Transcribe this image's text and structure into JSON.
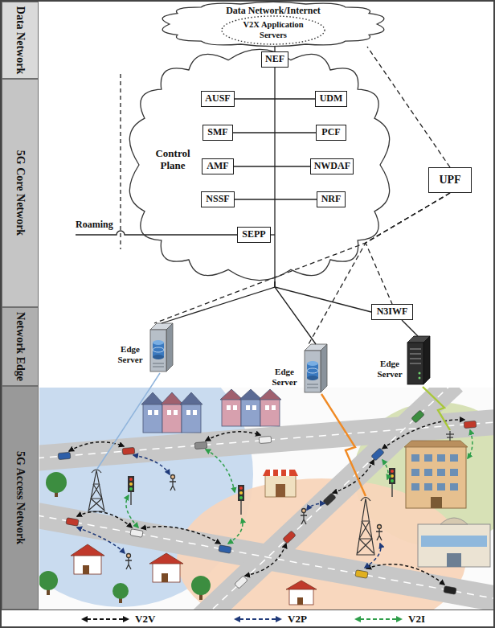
{
  "diagram": {
    "nodes": [
      {
        "text": [
          "Data Network"
        ]
      },
      {
        "text": [
          "5G Core Network"
        ]
      },
      {
        "text": [
          "Network Edge"
        ]
      },
      {
        "text": [
          "5G Access Network"
        ]
      },
      {
        "text": [
          "Data Network/Internet"
        ]
      },
      {
        "text": [
          "V2X Application Servers"
        ],
        "in": 4
      },
      {
        "text": [
          "Control Plane"
        ]
      },
      {
        "text": [
          "NEF"
        ],
        "in": 6
      },
      {
        "text": [
          "AUSF"
        ],
        "in": 6
      },
      {
        "text": [
          "UDM"
        ],
        "in": 6
      },
      {
        "text": [
          "SMF"
        ],
        "in": 6
      },
      {
        "text": [
          "PCF"
        ],
        "in": 6
      },
      {
        "text": [
          "AMF"
        ],
        "in": 6
      },
      {
        "text": [
          "NWDAF"
        ],
        "in": 6
      },
      {
        "text": [
          "NSSF"
        ],
        "in": 6
      },
      {
        "text": [
          "NRF"
        ],
        "in": 6
      },
      {
        "text": [
          "SEPP"
        ],
        "in": 6
      },
      {
        "text": [
          "UPF"
        ]
      },
      {
        "text": [
          "N3IWF"
        ]
      },
      {
        "text": [
          "Edge Server"
        ]
      },
      {
        "text": [
          "Edge Server"
        ]
      },
      {
        "text": [
          "Edge Server"
        ]
      }
    ],
    "edges": [
      {
        "from": 7,
        "to": 4,
        "arrow": "none"
      },
      {
        "from": 8,
        "to": 9,
        "arrow": "none"
      },
      {
        "from": 10,
        "to": 11,
        "arrow": "none"
      },
      {
        "from": 12,
        "to": 13,
        "arrow": "none"
      },
      {
        "from": 14,
        "to": 15,
        "arrow": "none"
      },
      {
        "from": 6,
        "to": 19,
        "arrow": "none"
      },
      {
        "from": 6,
        "to": 20,
        "arrow": "none"
      },
      {
        "from": 6,
        "to": 18,
        "arrow": "none"
      },
      {
        "from": 18,
        "to": 21,
        "arrow": "none"
      },
      {
        "from": 17,
        "to": 4,
        "arrow": "none"
      },
      {
        "from": 17,
        "to": 19,
        "arrow": "none"
      },
      {
        "from": 17,
        "to": 20,
        "arrow": "none"
      },
      {
        "from": 17,
        "to": 18,
        "arrow": "none"
      }
    ],
    "labels": [
      "Roaming"
    ],
    "legend": [
      {
        "text": "V2V"
      },
      {
        "text": "V2P"
      },
      {
        "text": "V2I"
      }
    ]
  }
}
